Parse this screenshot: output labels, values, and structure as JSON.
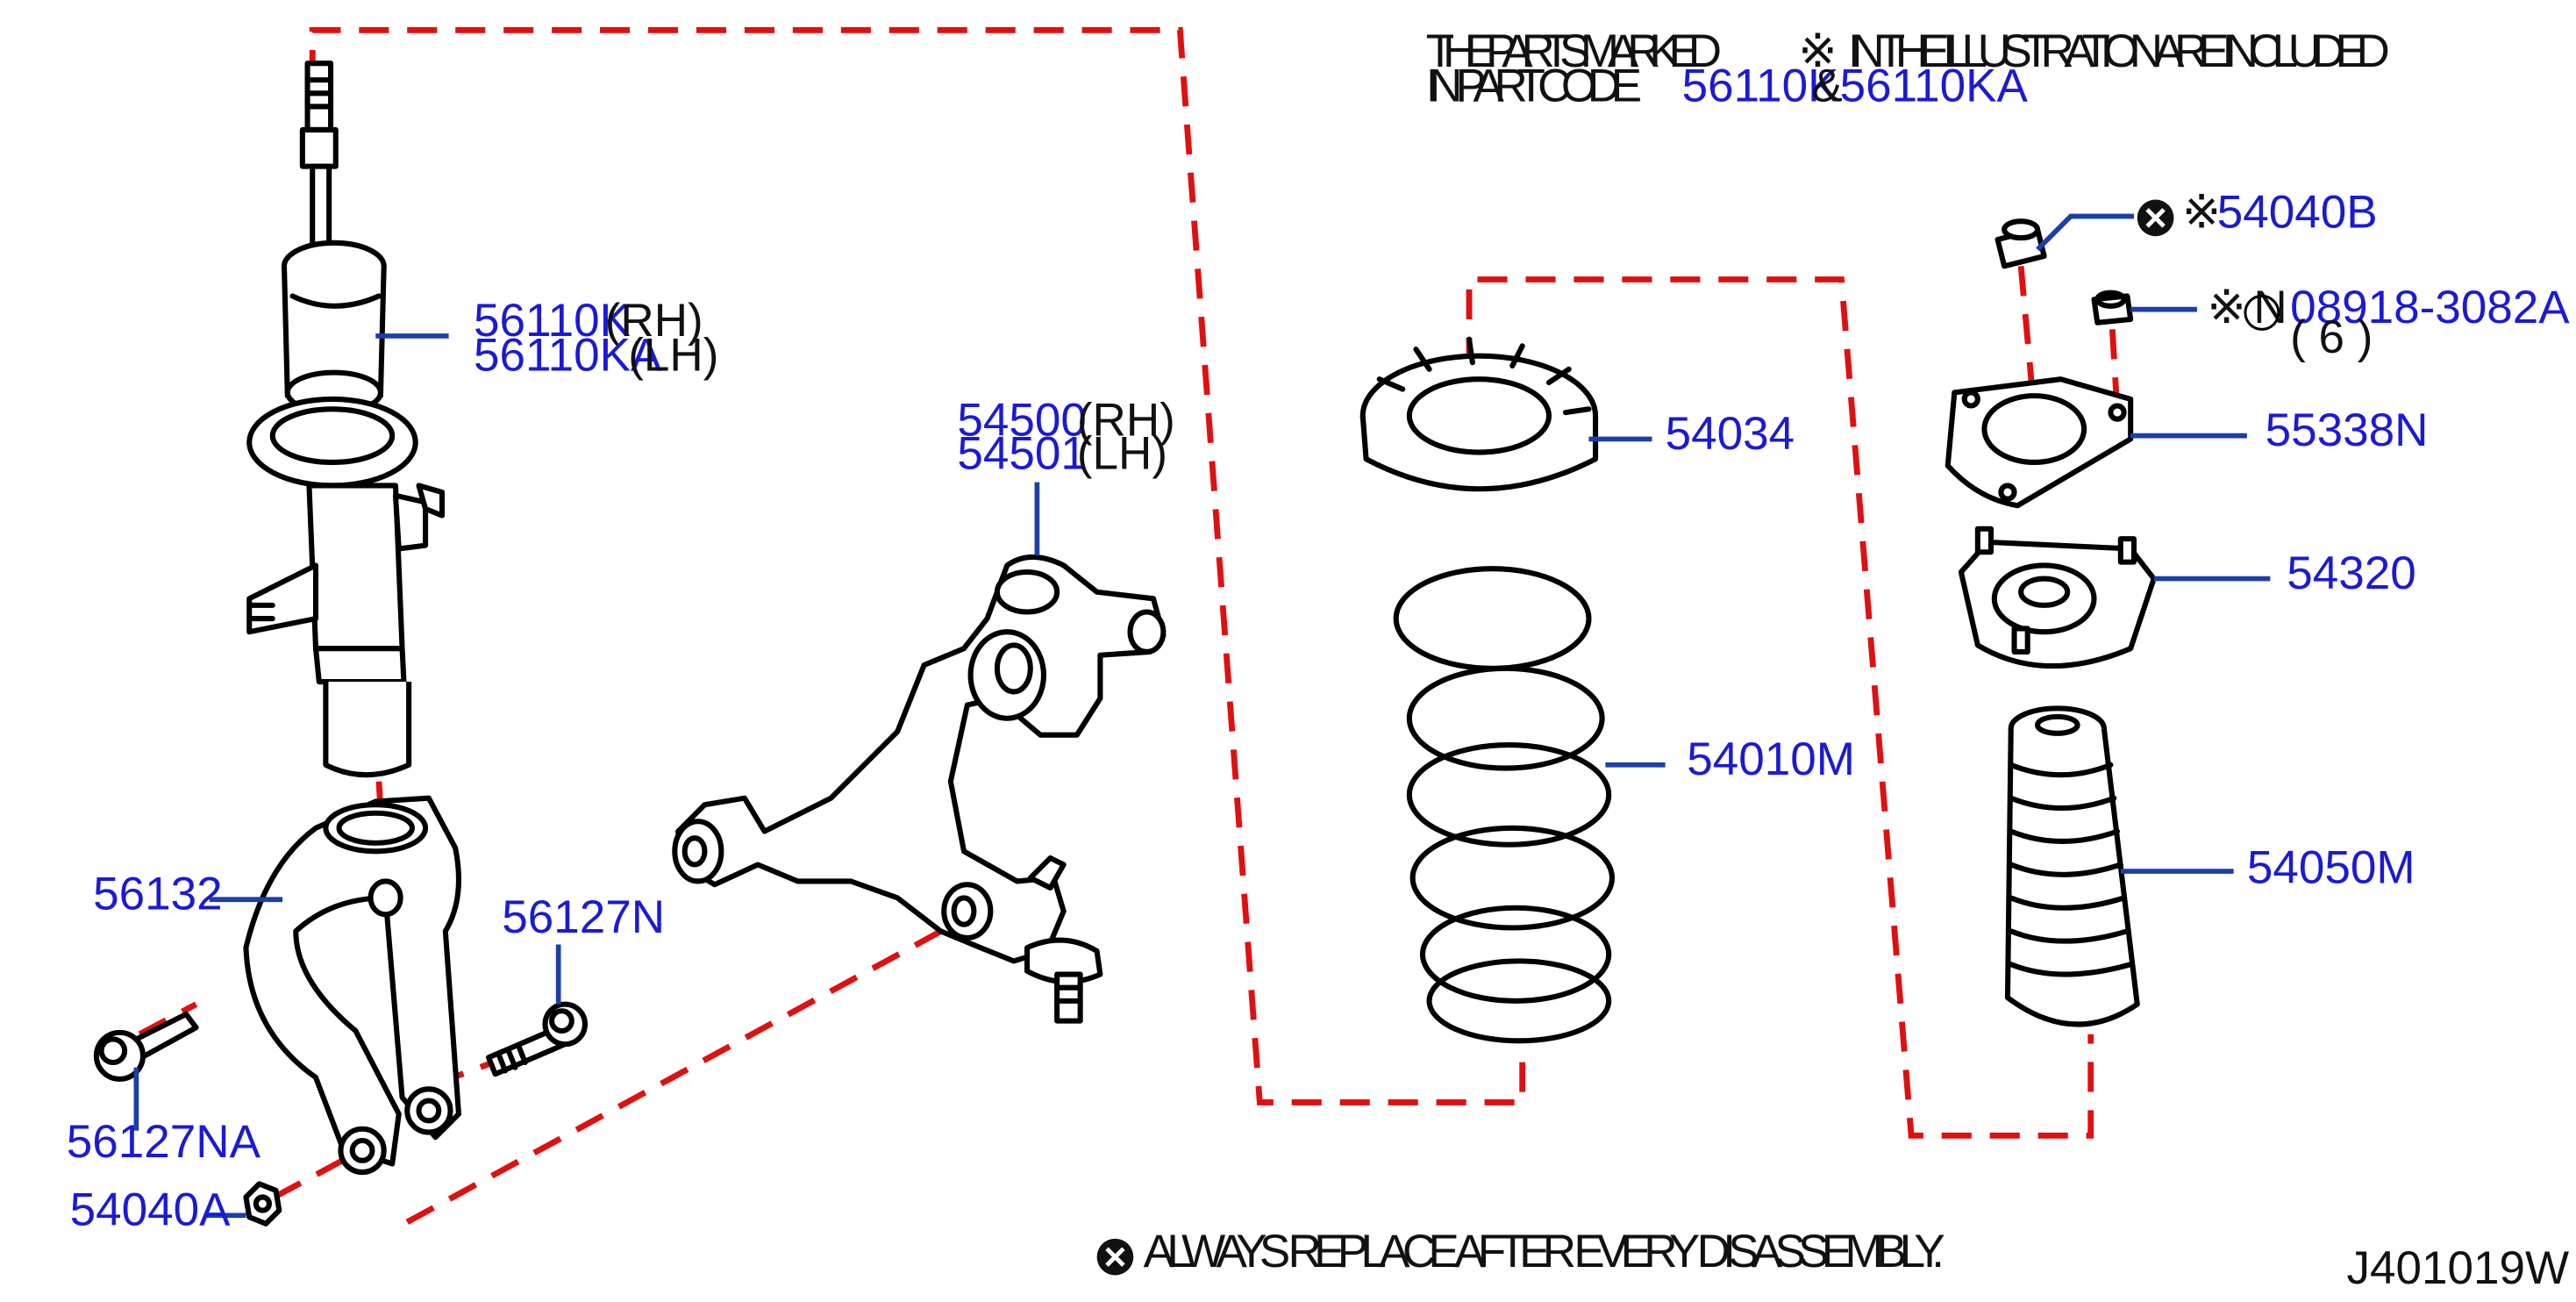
{
  "note": {
    "line1_a": "THE PARTS MARKED",
    "line1_mark": "※",
    "line1_b": "IN THE ILLUSTRATION ARE INCLUDED",
    "line2_a": "IN PART CODE",
    "code1": "56110K",
    "amp": "&",
    "code2": "56110KA"
  },
  "callouts": {
    "strut_rh": "56110K",
    "strut_rh_side": "(RH)",
    "strut_lh": "56110KA",
    "strut_lh_side": "(LH)",
    "arm_rh": "54500",
    "arm_rh_side": "(RH)",
    "arm_lh": "54501",
    "arm_lh_side": "(LH)",
    "fork": "56132",
    "bolt_right": "56127N",
    "bolt_left": "56127NA",
    "nut_bottom": "54040A",
    "seat": "54034",
    "spring": "54010M",
    "bound_bumper": "54050M",
    "insulator": "54320",
    "plate": "55338N",
    "top_nut": "54040B",
    "top_nut_mark": "※",
    "small_nut": "08918-3082A",
    "small_nut_mark": "※",
    "small_nut_circle": "N",
    "small_nut_qty": "( 6 )"
  },
  "footer": {
    "replace_text": "ALWAYS REPLACE AFTER EVERY DISASSEMBLY.",
    "diagram_code": "J401019W"
  },
  "colors": {
    "callout": "#1a1ad6",
    "leader": "#1a3fa8",
    "dashed": "#e01010"
  },
  "icons": {
    "replace_mark": "circled-x-icon"
  }
}
